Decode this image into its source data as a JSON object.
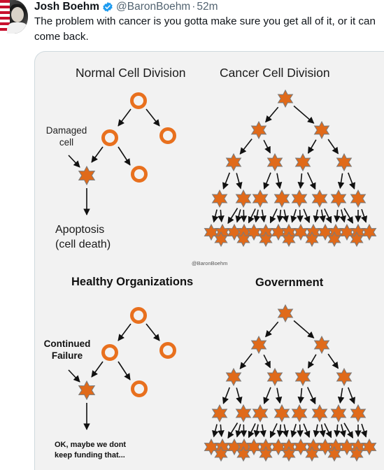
{
  "tweet": {
    "display_name": "Josh Boehm",
    "handle": "@BaronBoehm",
    "separator": "·",
    "time": "52m",
    "text": "The problem with cancer is you gotta make sure you get all of it, or it can come back."
  },
  "image": {
    "top": {
      "normal_title": "Normal Cell Division",
      "cancer_title": "Cancer Cell Division",
      "damaged_label": "Damaged cell",
      "apoptosis_label_1": "Apoptosis",
      "apoptosis_label_2": "(cell death)"
    },
    "credit": "@BaronBoehm",
    "bottom": {
      "healthy_title": "Healthy Organizations",
      "government_title": "Government",
      "failure_label_1": "Continued",
      "failure_label_2": "Failure",
      "ok_label_1": "OK, maybe we dont",
      "ok_label_2": "keep funding that..."
    }
  },
  "colors": {
    "cell_orange": "#e8701e",
    "cancer_fill": "#e06a1a",
    "cancer_stroke": "#7a7a7a",
    "verified_blue": "#1d9bf0"
  },
  "icons": {
    "verified": "verified-badge-icon",
    "avatar": "avatar"
  }
}
